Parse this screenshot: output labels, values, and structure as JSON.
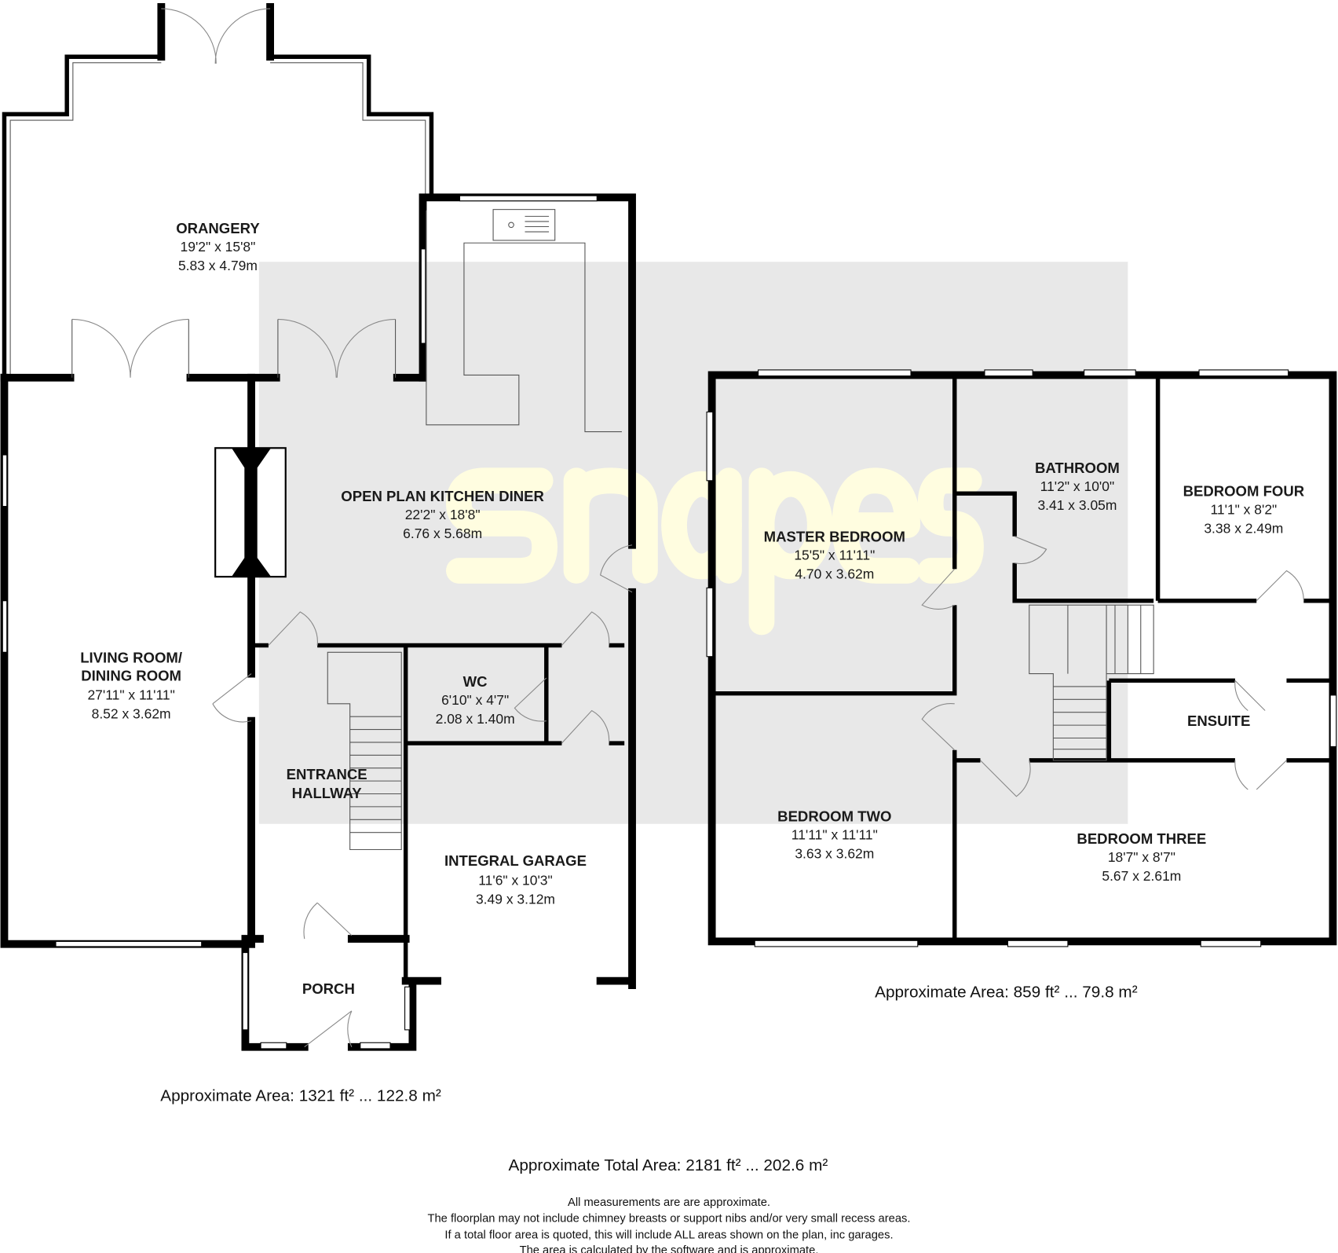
{
  "watermark": {
    "text": "snapes",
    "color": "#fffde0",
    "backdrop": "#e8e8e8"
  },
  "ground_floor": {
    "rooms": [
      {
        "name": "ORANGERY",
        "imperial": "19'2\" x 15'8\"",
        "metric": "5.83 x 4.79m"
      },
      {
        "name": "OPEN PLAN KITCHEN DINER",
        "imperial": "22'2\" x 18'8\"",
        "metric": "6.76 x 5.68m"
      },
      {
        "name": "LIVING ROOM/",
        "name2": "DINING ROOM",
        "imperial": "27'11\" x 11'11\"",
        "metric": "8.52 x 3.62m"
      },
      {
        "name": "WC",
        "imperial": "6'10\" x 4'7\"",
        "metric": "2.08 x 1.40m"
      },
      {
        "name": "ENTRANCE",
        "name2": "HALLWAY"
      },
      {
        "name": "INTEGRAL GARAGE",
        "imperial": "11'6\" x 10'3\"",
        "metric": "3.49 x 3.12m"
      },
      {
        "name": "PORCH"
      }
    ],
    "area": "Approximate Area: 1321 ft² ... 122.8 m²"
  },
  "first_floor": {
    "rooms": [
      {
        "name": "MASTER BEDROOM",
        "imperial": "15'5\" x 11'11\"",
        "metric": "4.70 x 3.62m"
      },
      {
        "name": "BATHROOM",
        "imperial": "11'2\" x 10'0\"",
        "metric": "3.41 x 3.05m"
      },
      {
        "name": "BEDROOM FOUR",
        "imperial": "11'1\" x 8'2\"",
        "metric": "3.38 x 2.49m"
      },
      {
        "name": "ENSUITE"
      },
      {
        "name": "BEDROOM TWO",
        "imperial": "11'11\" x 11'11\"",
        "metric": "3.63 x 3.62m"
      },
      {
        "name": "BEDROOM THREE",
        "imperial": "18'7\" x 8'7\"",
        "metric": "5.67 x 2.61m"
      }
    ],
    "area": "Approximate Area: 859 ft² ... 79.8 m²"
  },
  "total_area": "Approximate Total Area: 2181 ft² ... 202.6 m²",
  "disclaimer": [
    "All measurements are are approximate.",
    "The floorplan may not include chimney breasts or support nibs and/or very small recess areas.",
    "If a total floor area is quoted, this will include ALL areas shown on the plan, inc garages.",
    "The area is calculated by the software and is approximate."
  ]
}
